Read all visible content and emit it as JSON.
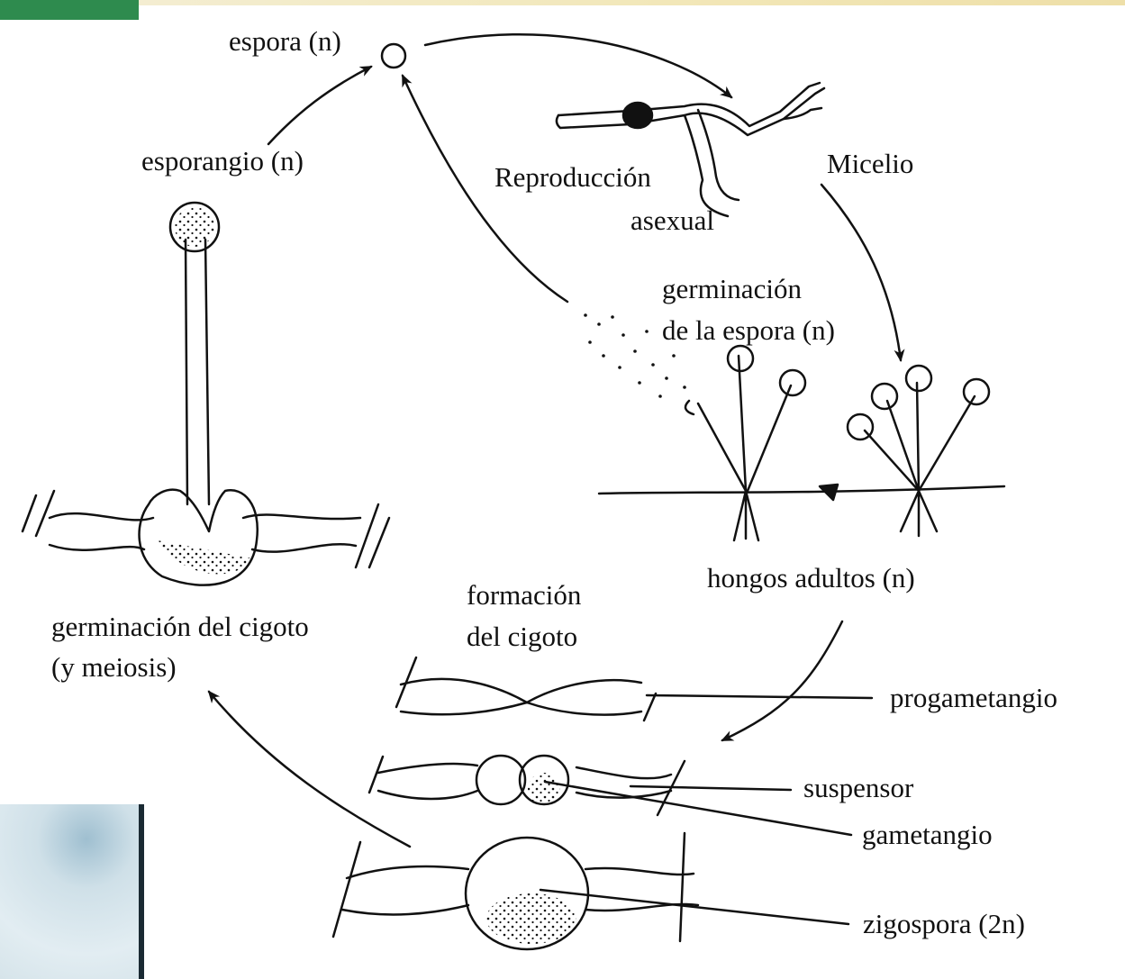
{
  "labels": {
    "espora": "espora (n)",
    "esporangio": "esporangio (n)",
    "reproduccion": "Reproducción",
    "asexual": "asexual",
    "micelio": "Micelio",
    "germinacion_espora_1": "germinación",
    "germinacion_espora_2": "de la espora (n)",
    "hongos_adultos": "hongos adultos (n)",
    "formacion_1": "formación",
    "formacion_2": "del cigoto",
    "germinacion_cigoto_1": "germinación del cigoto",
    "germinacion_cigoto_2": "(y meiosis)",
    "progametangio": "progametangio",
    "suspensor": "suspensor",
    "gametangio": "gametangio",
    "zigospora": "zigospora (2n)"
  },
  "colors": {
    "ink": "#111111",
    "accent_green": "#2e8b4e"
  }
}
